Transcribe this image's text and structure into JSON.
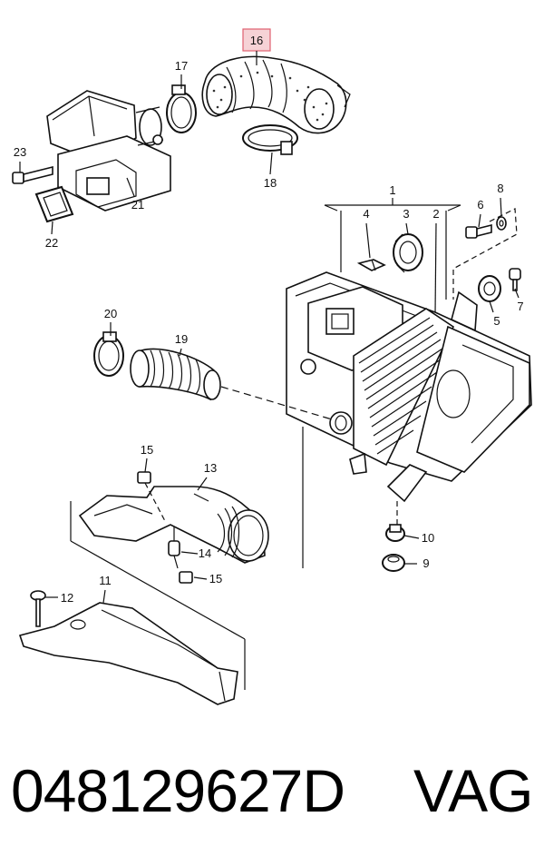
{
  "callouts": {
    "c1": "1",
    "c2": "2",
    "c3": "3",
    "c4": "4",
    "c5": "5",
    "c6": "6",
    "c7": "7",
    "c8": "8",
    "c9": "9",
    "c10": "10",
    "c11": "11",
    "c12": "12",
    "c13": "13",
    "c14": "14",
    "c15a": "15",
    "c15b": "15",
    "c16": "16",
    "c17": "17",
    "c18": "18",
    "c19": "19",
    "c20": "20",
    "c21": "21",
    "c22": "22",
    "c23": "23"
  },
  "highlight": {
    "callout": "16",
    "color": "#e06070",
    "fill": "#f6d2d6"
  },
  "caption": {
    "part_number": "048129627D",
    "brand": "VAG"
  }
}
